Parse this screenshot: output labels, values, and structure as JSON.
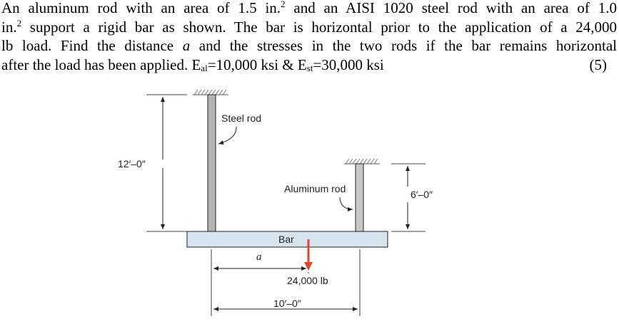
{
  "problem": {
    "line1_pre": "An aluminum rod with an area of 1.5 in.",
    "line1_sup": "2",
    "line1_post": " and an AISI 1020 steel rod with an area of 1.0",
    "line2_pre": "in.",
    "line2_sup": "2",
    "line2_post": " support a rigid bar as shown. The bar is horizontal prior to the application of a 24,000",
    "line3_pre": "lb load. Find the distance ",
    "line3_var": "a",
    "line3_post": " and the stresses in the two rods if the bar remains horizontal",
    "line4_a": "after the load has been applied. E",
    "line4_sub1": "al",
    "line4_b": "=10,000 ksi & E",
    "line4_sub2": "st",
    "line4_c": "=30,000 ksi",
    "marks": "(5)"
  },
  "diagram": {
    "steel_rod_label": "Steel rod",
    "aluminum_rod_label": "Aluminum rod",
    "bar_label": "Bar",
    "steel_length_label": "12′–0″",
    "aluminum_length_label": "6′–0″",
    "distance_label": "a",
    "load_label": "24,000 lb",
    "span_label": "10′–0″",
    "colors": {
      "rod": "#b4b4b4",
      "bar": "#d6e4f0",
      "load_arrow": "#e0452a",
      "line": "#222222"
    }
  }
}
